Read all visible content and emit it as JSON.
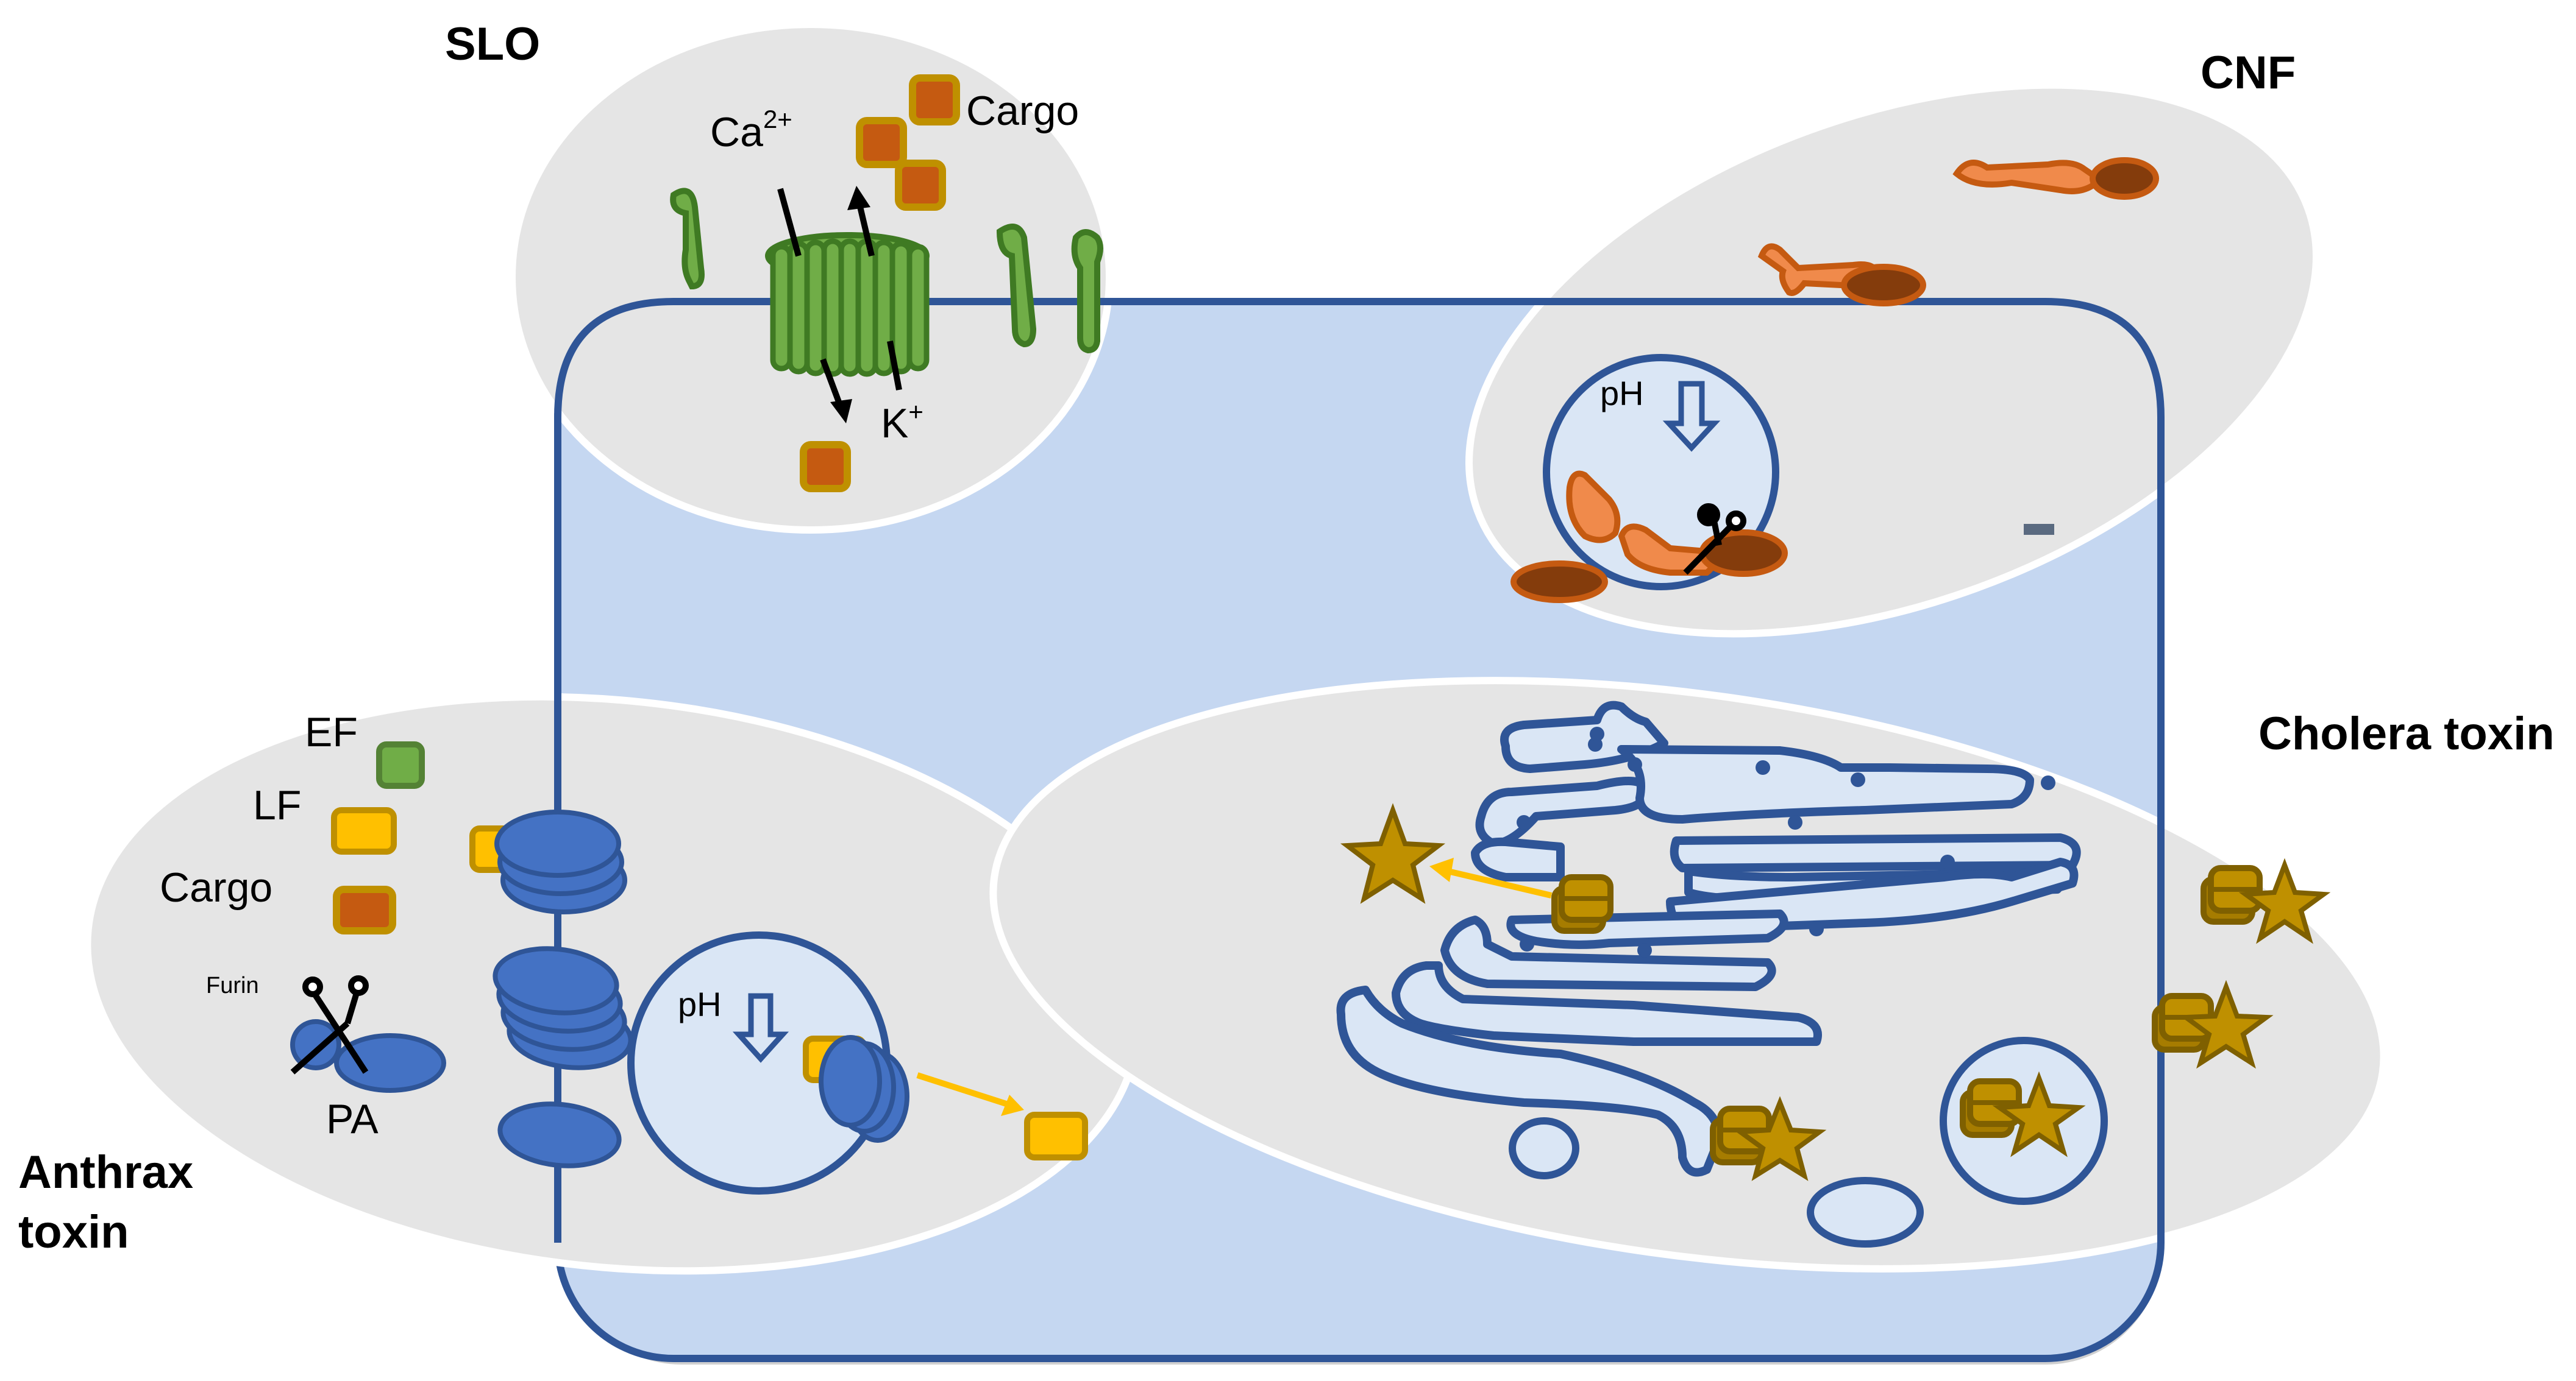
{
  "labels": {
    "slo": "SLO",
    "cnf": "CNF",
    "cholera": "Cholera toxin",
    "anthrax_line1": "Anthrax",
    "anthrax_line2": "toxin",
    "ca": "Ca",
    "ca_sup": "2+",
    "k": "K",
    "k_sup": "+",
    "cargo_slo": "Cargo",
    "ef": "EF",
    "lf": "LF",
    "cargo_anthrax": "Cargo",
    "furin": "Furin",
    "pa": "PA",
    "ph_cnf": "pH",
    "ph_anthrax": "pH"
  },
  "colors": {
    "cell_fill": "#c5d7f1",
    "cell_stroke": "#2f5597",
    "panel_fill": "#e5e5e5",
    "green_pore": "#70ad47",
    "green_dark": "#3f7a23",
    "cargo_orange": "#c55a11",
    "cargo_gold": "#bf9000",
    "yellow": "#ffc000",
    "cnf_orange": "#f08a4b",
    "cnf_brown": "#843c0c",
    "blue_pa": "#4472c4",
    "ct_gold": "#bf9000",
    "ct_dark": "#7f6000"
  }
}
